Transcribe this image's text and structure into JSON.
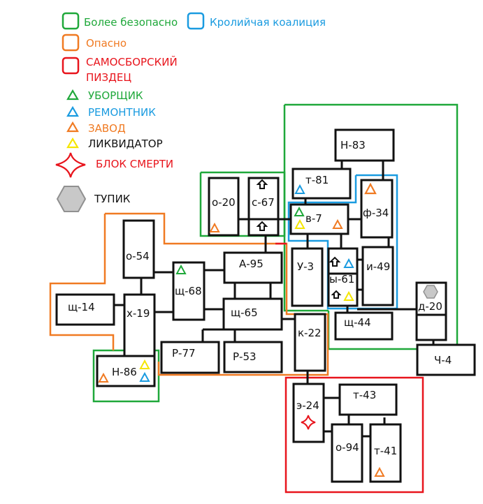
{
  "legend": {
    "zones": [
      {
        "key": "safer",
        "label": "Более безопасно",
        "color": "#1fa83a"
      },
      {
        "key": "rabbit",
        "label": "Кролийчая коалиция",
        "color": "#1a9be0"
      },
      {
        "key": "danger",
        "label": "Опасно",
        "color": "#f07a22"
      },
      {
        "key": "samosbor",
        "label": "САМОСБОРСКИЙ ПИЗДЕЦ",
        "label_lines": [
          "САМОСБОРСКИЙ",
          "ПИЗДЕЦ"
        ],
        "color": "#e8141c"
      }
    ],
    "markers": [
      {
        "key": "cleaner",
        "label": "УБОРЩИК",
        "symbol": "triangle",
        "color": "#1fa83a",
        "text_color": "#1fa83a"
      },
      {
        "key": "repairer",
        "label": "РЕМОНТНИК",
        "symbol": "triangle",
        "color": "#1a9be0",
        "text_color": "#1a9be0"
      },
      {
        "key": "factory",
        "label": "ЗАВОД",
        "symbol": "triangle",
        "color": "#f07a22",
        "text_color": "#f07a22"
      },
      {
        "key": "liquidator",
        "label": "ЛИКВИДАТОР",
        "symbol": "triangle",
        "color": "#f5e600",
        "text_color": "#111111"
      },
      {
        "key": "death_block",
        "label": "БЛОК СМЕРТИ",
        "symbol": "star4",
        "color": "#e8141c",
        "text_color": "#e8141c"
      },
      {
        "key": "dead_end",
        "label": "ТУПИК",
        "symbol": "hexagon",
        "color": "#c8c8c8",
        "text_color": "#111111"
      }
    ]
  },
  "rooms": [
    {
      "id": "Н-83",
      "label": "Н-83"
    },
    {
      "id": "т-81",
      "label": "т-81",
      "markers": [
        "repairer"
      ]
    },
    {
      "id": "о-20",
      "label": "о-20",
      "markers": [
        "factory"
      ]
    },
    {
      "id": "с-67",
      "label": "с-67",
      "arrows": 2
    },
    {
      "id": "в-7",
      "label": "в-7",
      "markers": [
        "cleaner",
        "liquidator",
        "factory"
      ]
    },
    {
      "id": "ф-34",
      "label": "ф-34",
      "markers": [
        "factory"
      ]
    },
    {
      "id": "о-54",
      "label": "о-54"
    },
    {
      "id": "А-95",
      "label": "А-95"
    },
    {
      "id": "щ-68",
      "label": "щ-68",
      "markers": [
        "cleaner"
      ]
    },
    {
      "id": "У-3",
      "label": "У-3"
    },
    {
      "id": "ы-61",
      "label": "ы-61",
      "markers": [
        "repairer",
        "liquidator"
      ],
      "arrows": 2
    },
    {
      "id": "и-49",
      "label": "и-49"
    },
    {
      "id": "щ-14",
      "label": "щ-14"
    },
    {
      "id": "х-19",
      "label": "х-19"
    },
    {
      "id": "щ-65",
      "label": "щ-65"
    },
    {
      "id": "д-20",
      "label": "д-20",
      "markers": [
        "dead_end"
      ]
    },
    {
      "id": "щ-44",
      "label": "щ-44"
    },
    {
      "id": "к-22",
      "label": "к-22"
    },
    {
      "id": "Р-77",
      "label": "Р-77"
    },
    {
      "id": "Р-53",
      "label": "Р-53"
    },
    {
      "id": "Н-86",
      "label": "Н-86",
      "markers": [
        "factory",
        "liquidator",
        "repairer"
      ]
    },
    {
      "id": "Ч-4",
      "label": "Ч-4"
    },
    {
      "id": "э-24",
      "label": "э-24",
      "markers": [
        "death_block"
      ]
    },
    {
      "id": "т-43",
      "label": "т-43"
    },
    {
      "id": "о-94",
      "label": "о-94"
    },
    {
      "id": "т-41",
      "label": "т-41",
      "markers": [
        "factory"
      ]
    }
  ],
  "connections": [
    [
      "Н-83",
      "т-81"
    ],
    [
      "Н-83",
      "ф-34"
    ],
    [
      "т-81",
      "в-7"
    ],
    [
      "о-20",
      "с-67"
    ],
    [
      "с-67",
      "в-7"
    ],
    [
      "в-7",
      "ф-34"
    ],
    [
      "в-7",
      "У-3"
    ],
    [
      "в-7",
      "ы-61"
    ],
    [
      "ф-34",
      "и-49"
    ],
    [
      "ы-61",
      "и-49"
    ],
    [
      "ы-61",
      "щ-44"
    ],
    [
      "ы-61",
      "д-20"
    ],
    [
      "д-20",
      "Ч-4"
    ],
    [
      "с-67",
      "А-95"
    ],
    [
      "о-54",
      "щ-68"
    ],
    [
      "о-54",
      "х-19"
    ],
    [
      "щ-68",
      "А-95"
    ],
    [
      "щ-68",
      "щ-65"
    ],
    [
      "х-19",
      "щ-68"
    ],
    [
      "щ-14",
      "х-19"
    ],
    [
      "А-95",
      "щ-65"
    ],
    [
      "щ-65",
      "к-22"
    ],
    [
      "щ-65",
      "Р-77"
    ],
    [
      "щ-65",
      "Р-53"
    ],
    [
      "х-19",
      "Н-86"
    ],
    [
      "к-22",
      "э-24"
    ],
    [
      "э-24",
      "т-43"
    ],
    [
      "э-24",
      "о-94"
    ],
    [
      "т-43",
      "о-94"
    ],
    [
      "т-43",
      "т-41"
    ],
    [
      "о-94",
      "т-41"
    ]
  ],
  "zones_on_map": [
    {
      "type": "safer",
      "rooms": [
        "Н-83",
        "т-81",
        "в-7",
        "ф-34",
        "У-3",
        "ы-61",
        "и-49",
        "щ-44",
        "д-20"
      ]
    },
    {
      "type": "safer",
      "rooms": [
        "о-20",
        "с-67"
      ]
    },
    {
      "type": "safer",
      "rooms": [
        "Н-86"
      ]
    },
    {
      "type": "rabbit",
      "rooms": [
        "в-7",
        "ф-34",
        "ы-61",
        "и-49"
      ]
    },
    {
      "type": "danger",
      "rooms": [
        "о-54",
        "щ-14",
        "х-19",
        "щ-68",
        "А-95",
        "щ-65",
        "Р-77",
        "Р-53",
        "к-22",
        "Н-86"
      ]
    },
    {
      "type": "samosbor",
      "rooms": [
        "э-24",
        "т-43",
        "о-94",
        "т-41"
      ]
    }
  ]
}
